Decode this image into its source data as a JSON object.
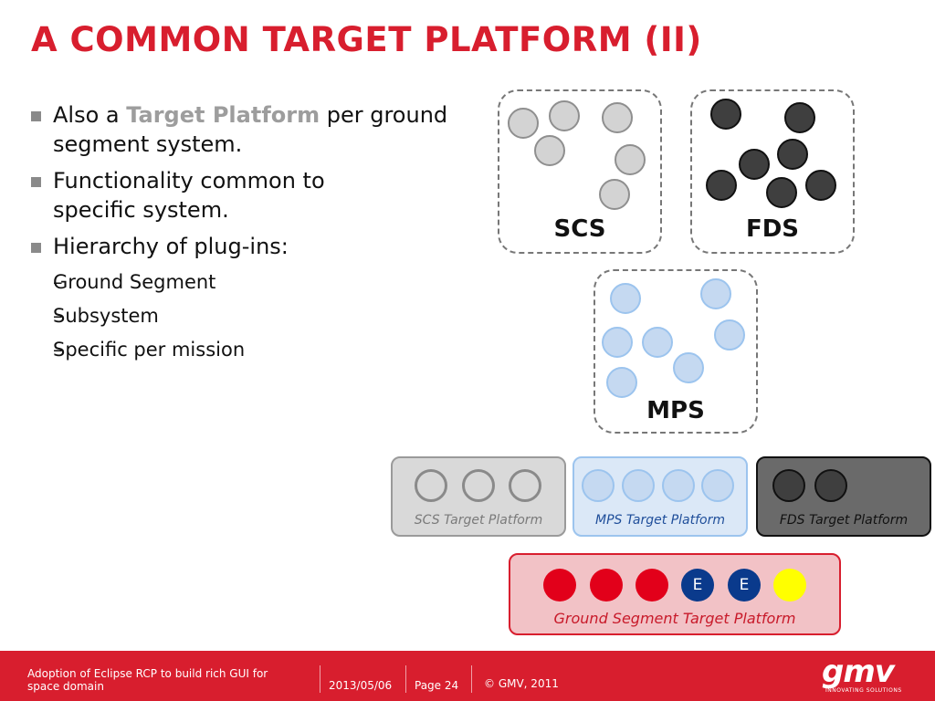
{
  "slide": {
    "title": "A COMMON TARGET PLATFORM (II)"
  },
  "bullets": {
    "b1_pre": "Also a ",
    "b1_highlight": "Target Platform",
    "b1_post": " per ground segment system.",
    "b2": "Functionality common to specific system.",
    "b3": "Hierarchy of plug-ins:",
    "sub_dash": "–",
    "sub": [
      "Ground Segment",
      "Subsystem",
      "Specific per mission"
    ]
  },
  "systems": {
    "scs": "SCS",
    "fds": "FDS",
    "mps": "MPS"
  },
  "platforms": {
    "scs": "SCS Target Platform",
    "mps": "MPS Target Platform",
    "fds": "FDS Target Platform",
    "ground": "Ground Segment Target Platform",
    "e_label": "E"
  },
  "colors": {
    "brand_red": "#d81e2e",
    "scs_gray": "#d3d3d3",
    "fds_dark": "#3f3f3f",
    "mps_blue": "#c5d9f1",
    "ground_red": "#e2001a",
    "ground_blue": "#0a3a8c",
    "ground_yellow": "#ffff00"
  },
  "footer": {
    "desc": "Adoption of Eclipse RCP to  build rich GUI for space domain",
    "date": "2013/05/06",
    "page": "Page 24",
    "copyright": "© GMV, 2011",
    "logo": "gmv",
    "logo_tagline": "INNOVATING SOLUTIONS"
  }
}
